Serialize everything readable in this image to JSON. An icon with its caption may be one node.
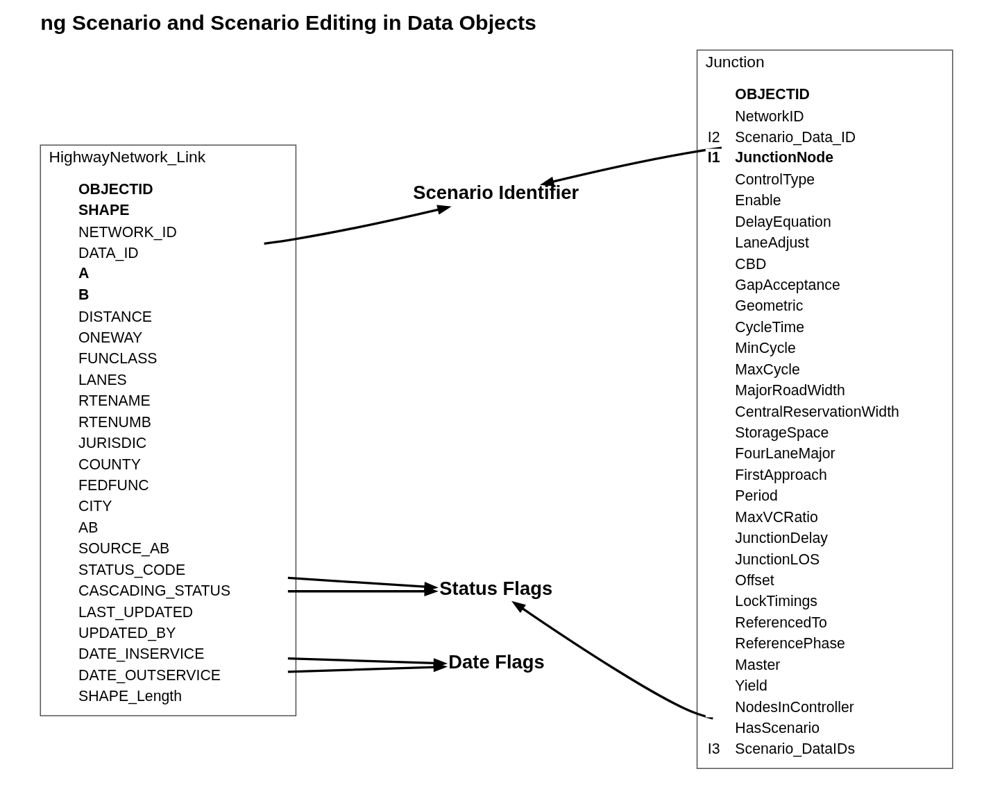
{
  "diagram": {
    "title": "ng Scenario and Scenario Editing in Data Objects",
    "nodes": [
      {
        "text": [
          "HighwayNetwork_Link"
        ]
      },
      {
        "text": [
          "OBJECTID"
        ],
        "in": 0
      },
      {
        "text": [
          "SHAPE"
        ],
        "in": 0
      },
      {
        "text": [
          "NETWORK_ID"
        ],
        "in": 0
      },
      {
        "text": [
          "DATA_ID"
        ],
        "in": 0
      },
      {
        "text": [
          "A"
        ],
        "in": 0
      },
      {
        "text": [
          "B"
        ],
        "in": 0
      },
      {
        "text": [
          "DISTANCE"
        ],
        "in": 0
      },
      {
        "text": [
          "ONEWAY"
        ],
        "in": 0
      },
      {
        "text": [
          "FUNCLASS"
        ],
        "in": 0
      },
      {
        "text": [
          "LANES"
        ],
        "in": 0
      },
      {
        "text": [
          "RTENAME"
        ],
        "in": 0
      },
      {
        "text": [
          "RTENUMB"
        ],
        "in": 0
      },
      {
        "text": [
          "JURISDIC"
        ],
        "in": 0
      },
      {
        "text": [
          "COUNTY"
        ],
        "in": 0
      },
      {
        "text": [
          "FEDFUNC"
        ],
        "in": 0
      },
      {
        "text": [
          "CITY"
        ],
        "in": 0
      },
      {
        "text": [
          "AB"
        ],
        "in": 0
      },
      {
        "text": [
          "SOURCE_AB"
        ],
        "in": 0
      },
      {
        "text": [
          "STATUS_CODE"
        ],
        "in": 0
      },
      {
        "text": [
          "CASCADING_STATUS"
        ],
        "in": 0
      },
      {
        "text": [
          "LAST_UPDATED"
        ],
        "in": 0
      },
      {
        "text": [
          "UPDATED_BY"
        ],
        "in": 0
      },
      {
        "text": [
          "DATE_INSERVICE"
        ],
        "in": 0
      },
      {
        "text": [
          "DATE_OUTSERVICE"
        ],
        "in": 0
      },
      {
        "text": [
          "SHAPE_Length"
        ],
        "in": 0
      },
      {
        "text": [
          "Scenario Identifier"
        ]
      },
      {
        "text": [
          "Status Flags"
        ]
      },
      {
        "text": [
          "Date Flags"
        ]
      },
      {
        "text": [
          "Junction"
        ]
      },
      {
        "text": [
          "OBJECTID"
        ],
        "in": 29
      },
      {
        "text": [
          "NetworkID"
        ],
        "in": 29
      },
      {
        "text": [
          "I2",
          "Scenario_Data_ID"
        ],
        "in": 29
      },
      {
        "text": [
          "I1",
          "JunctionNode"
        ],
        "in": 29
      },
      {
        "text": [
          "ControlType"
        ],
        "in": 29
      },
      {
        "text": [
          "Enable"
        ],
        "in": 29
      },
      {
        "text": [
          "DelayEquation"
        ],
        "in": 29
      },
      {
        "text": [
          "LaneAdjust"
        ],
        "in": 29
      },
      {
        "text": [
          "CBD"
        ],
        "in": 29
      },
      {
        "text": [
          "GapAcceptance"
        ],
        "in": 29
      },
      {
        "text": [
          "Geometric"
        ],
        "in": 29
      },
      {
        "text": [
          "CycleTime"
        ],
        "in": 29
      },
      {
        "text": [
          "MinCycle"
        ],
        "in": 29
      },
      {
        "text": [
          "MaxCycle"
        ],
        "in": 29
      },
      {
        "text": [
          "MajorRoadWidth"
        ],
        "in": 29
      },
      {
        "text": [
          "CentralReservationWidth"
        ],
        "in": 29
      },
      {
        "text": [
          "StorageSpace"
        ],
        "in": 29
      },
      {
        "text": [
          "FourLaneMajor"
        ],
        "in": 29
      },
      {
        "text": [
          "FirstApproach"
        ],
        "in": 29
      },
      {
        "text": [
          "Period"
        ],
        "in": 29
      },
      {
        "text": [
          "MaxVCRatio"
        ],
        "in": 29
      },
      {
        "text": [
          "JunctionDelay"
        ],
        "in": 29
      },
      {
        "text": [
          "JunctionLOS"
        ],
        "in": 29
      },
      {
        "text": [
          "Offset"
        ],
        "in": 29
      },
      {
        "text": [
          "LockTimings"
        ],
        "in": 29
      },
      {
        "text": [
          "ReferencedTo"
        ],
        "in": 29
      },
      {
        "text": [
          "ReferencePhase"
        ],
        "in": 29
      },
      {
        "text": [
          "Master"
        ],
        "in": 29
      },
      {
        "text": [
          "Yield"
        ],
        "in": 29
      },
      {
        "text": [
          "NodesInController"
        ],
        "in": 29
      },
      {
        "text": [
          "HasScenario"
        ],
        "in": 29
      },
      {
        "text": [
          "I3",
          "Scenario_DataIDs"
        ],
        "in": 29
      }
    ],
    "edges": [
      {
        "from": 4,
        "to": 26,
        "arrow": "to"
      },
      {
        "from": 32,
        "to": 26,
        "arrow": "to"
      },
      {
        "from": 19,
        "to": 27,
        "arrow": "to"
      },
      {
        "from": 20,
        "to": 27,
        "arrow": "to"
      },
      {
        "from": 60,
        "to": 27,
        "arrow": "to"
      },
      {
        "from": 23,
        "to": 28,
        "arrow": "to"
      },
      {
        "from": 24,
        "to": 28,
        "arrow": "to"
      }
    ]
  }
}
